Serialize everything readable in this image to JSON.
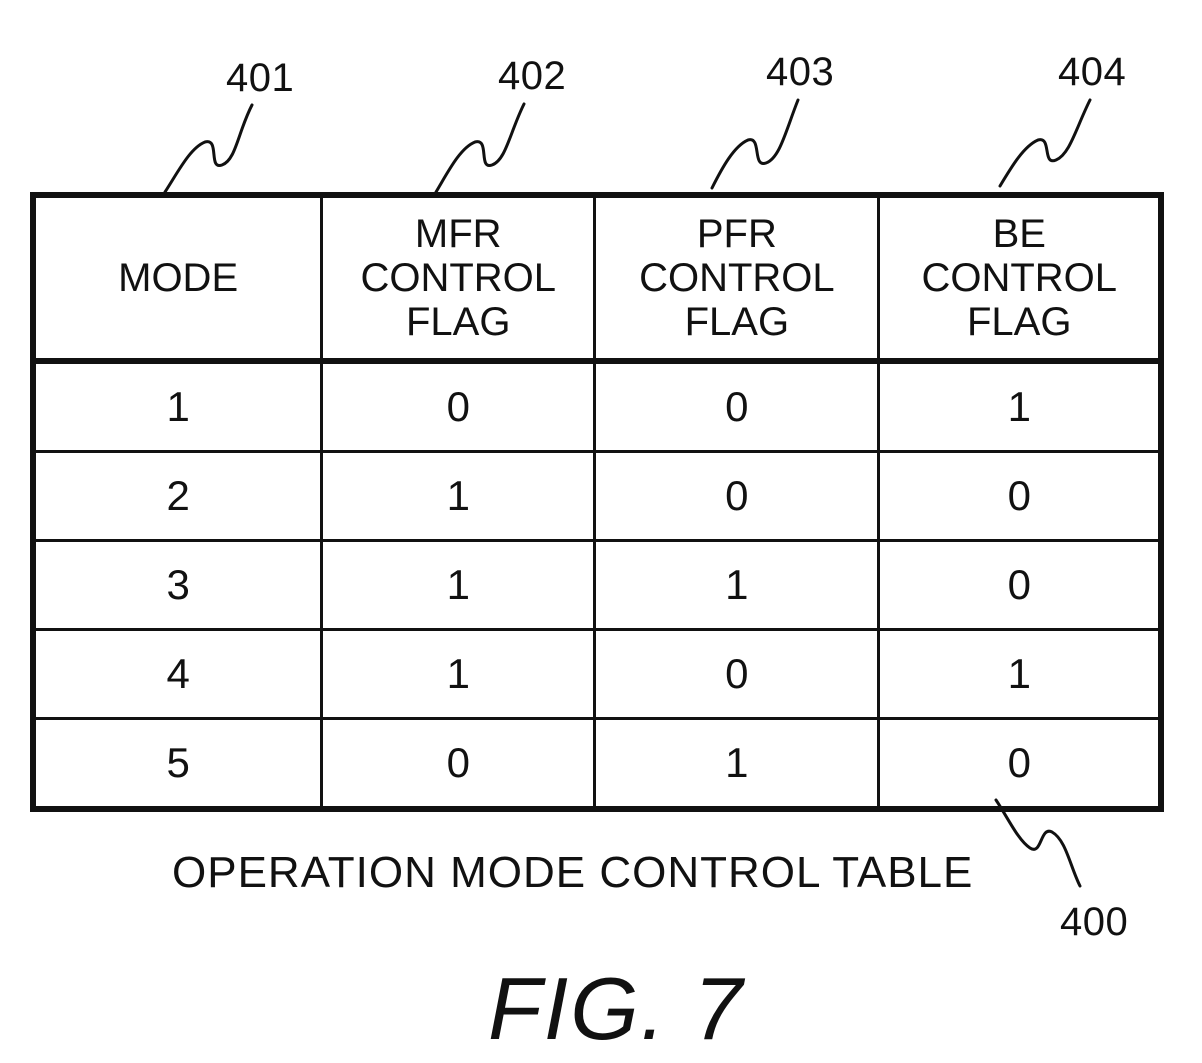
{
  "refs": {
    "mode_col": "401",
    "mfr_col": "402",
    "pfr_col": "403",
    "be_col": "404",
    "table": "400"
  },
  "table": {
    "headers": [
      [
        "MODE"
      ],
      [
        "MFR",
        "CONTROL",
        "FLAG"
      ],
      [
        "PFR",
        "CONTROL",
        "FLAG"
      ],
      [
        "BE",
        "CONTROL",
        "FLAG"
      ]
    ],
    "rows": [
      [
        "1",
        "0",
        "0",
        "1"
      ],
      [
        "2",
        "1",
        "0",
        "0"
      ],
      [
        "3",
        "1",
        "1",
        "0"
      ],
      [
        "4",
        "1",
        "0",
        "1"
      ],
      [
        "5",
        "0",
        "1",
        "0"
      ]
    ]
  },
  "caption": "OPERATION MODE CONTROL TABLE",
  "figure_label": "FIG. 7"
}
